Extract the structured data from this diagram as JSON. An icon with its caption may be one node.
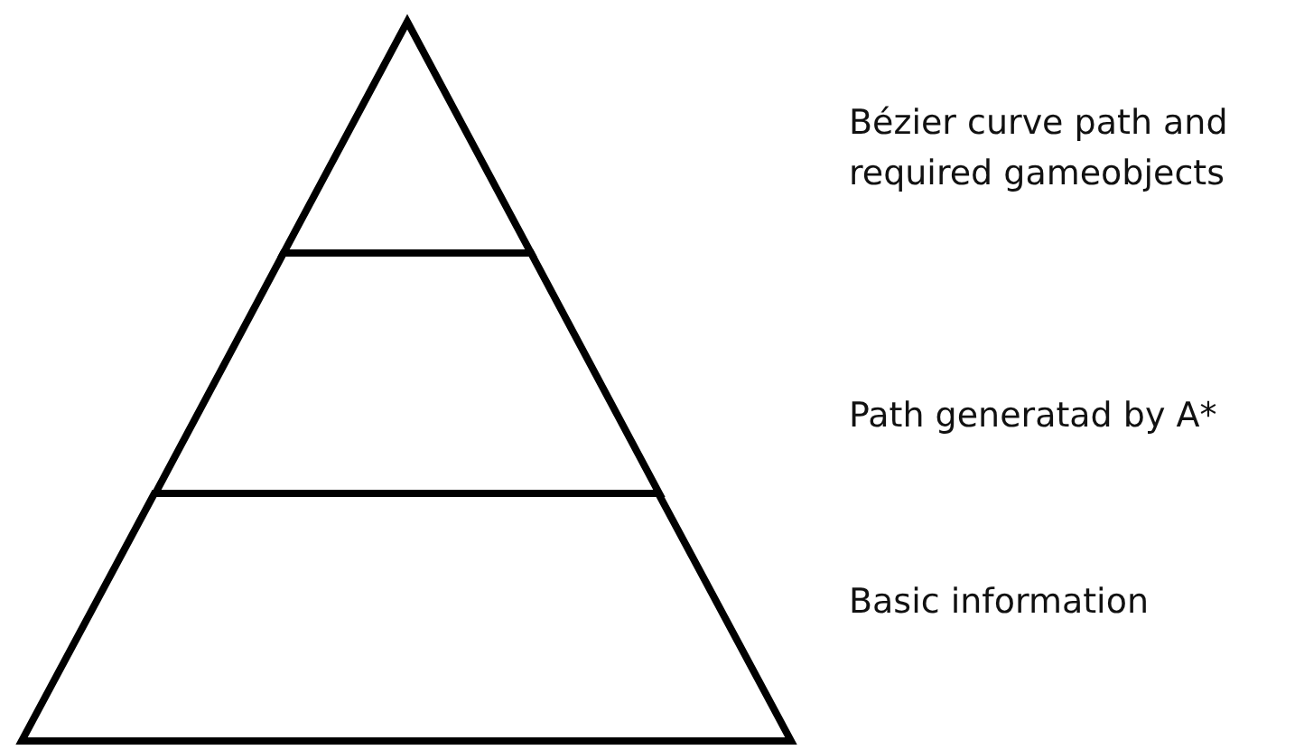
{
  "diagram": {
    "nodes": [
      {
        "text": [],
        "shape": "triangle"
      },
      {
        "text": [],
        "shape": "trapezoid"
      },
      {
        "text": [],
        "shape": "trapezoid"
      }
    ],
    "labels": [
      "Bézier curve path and required gameobjects",
      "Path generatad by A*",
      "Basic information"
    ]
  }
}
